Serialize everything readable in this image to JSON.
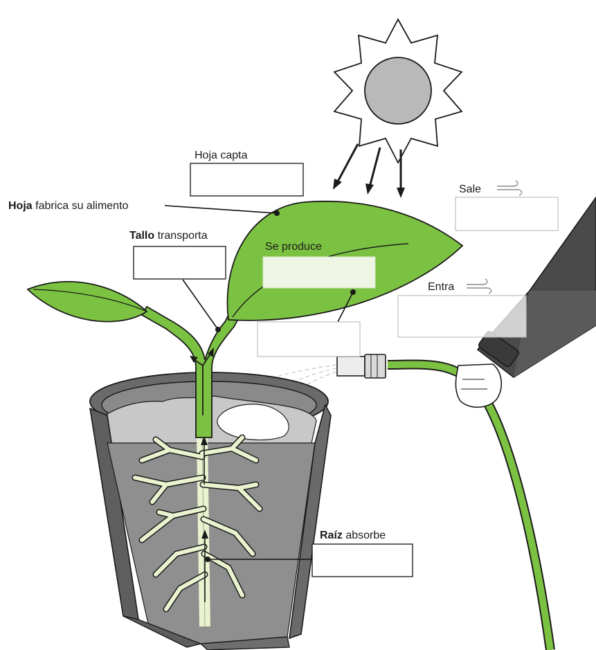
{
  "labels": {
    "hoja_capta": "Hoja capta",
    "hoja_fabrica_bold": "Hoja",
    "hoja_fabrica_rest": " fabrica su alimento",
    "tallo_bold": "Tallo",
    "tallo_rest": " transporta",
    "se_produce": "Se produce",
    "sale": "Sale",
    "entra": "Entra",
    "raiz_bold": "Raíz",
    "raiz_rest": " absorbe"
  },
  "colors": {
    "plant_green": "#7cc242",
    "plant_outline": "#222222",
    "root_fill": "#e9f3cf",
    "pot_dark": "#5e5e5e",
    "pot_mid": "#8a8a8a",
    "soil": "#9a9a9a",
    "sun_core": "#b9b9b9",
    "sleeve": "#4a4a4a",
    "accent_box": "#eef5e4"
  },
  "icons": {
    "sun": "sun-icon",
    "wind_out": "wind-icon",
    "wind_in": "wind-icon",
    "hose": "hose-icon",
    "hand": "hand-icon",
    "pot": "flower-pot-icon"
  }
}
